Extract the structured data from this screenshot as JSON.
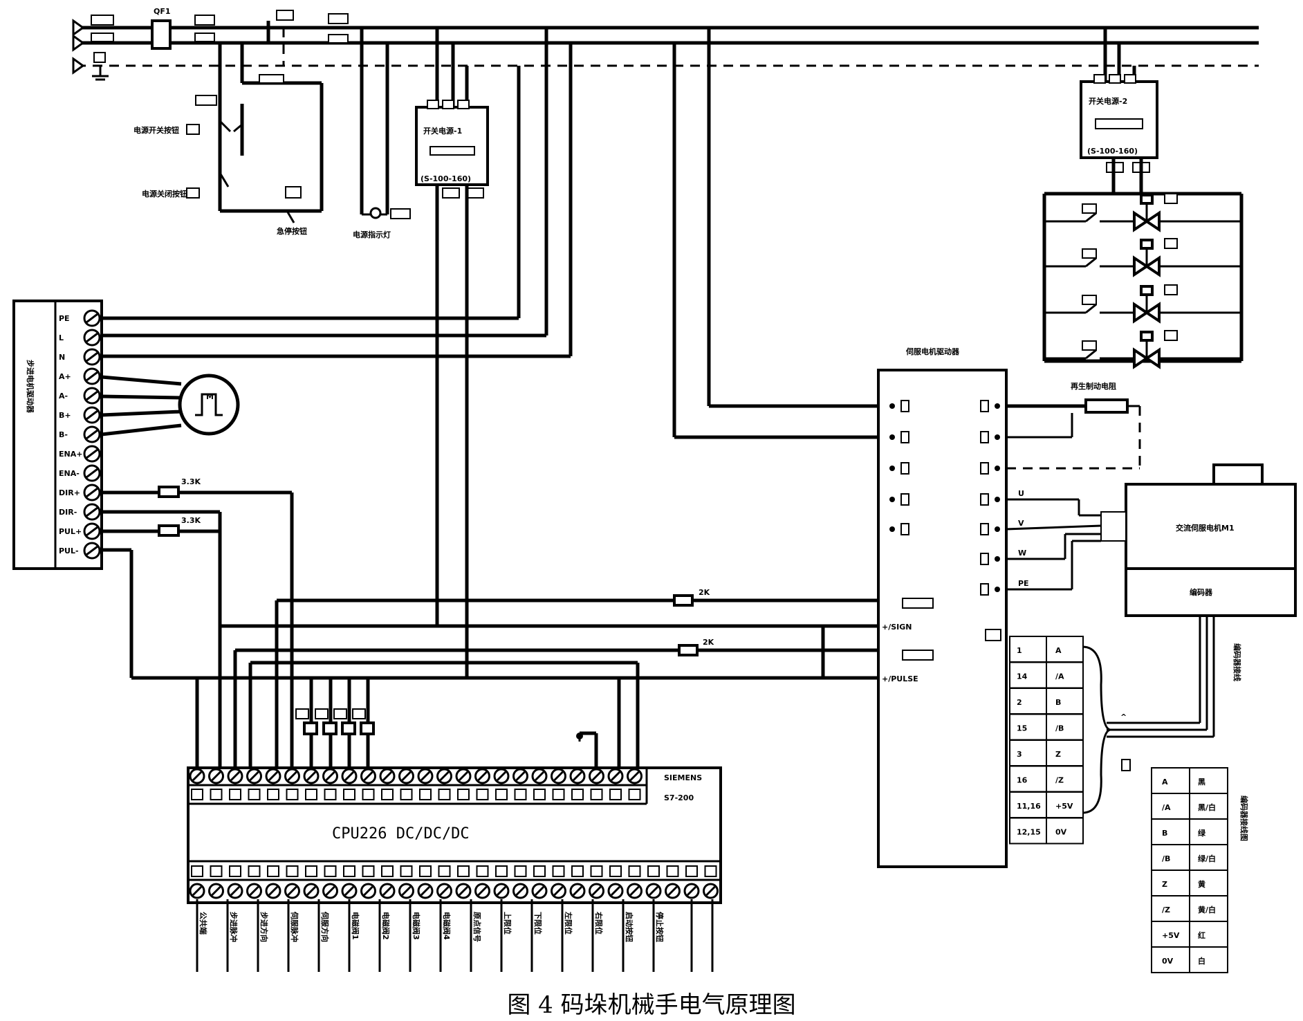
{
  "caption": "图 4 码垛机械手电气原理图",
  "labels": {
    "breaker": "QF1",
    "power_switch_on": "电源开关按钮",
    "power_switch_off": "电源关闭按钮",
    "emergency_stop": "急停按钮",
    "power_indicator": "电源指示灯",
    "psu_1": "开关电源-1",
    "psu_1_spec": "(S-100-160)",
    "psu_2": "开关电源-2",
    "psu_2_spec": "(S-100-160)",
    "stepper_driver": "步进电机驱动器",
    "stepper_motor": "M",
    "servo_driver": "伺服电机驱动器",
    "brake_resistor": "再生制动电阻",
    "servo_motor": "交流伺服电机M1",
    "encoder": "编码器",
    "encoder_wiring": "编码器接线",
    "encoder_table_title": "编码器接线图",
    "plc_model": "CPU226 DC/DC/DC",
    "plc_series": "S7-200",
    "plc_tag": "SIEMENS",
    "resistor_1": "3.3K",
    "resistor_2": "3.3K",
    "resistor_3": "2K",
    "resistor_4": "2K",
    "sign_line": "+/SIGN",
    "pulse_line": "+/PULSE",
    "servo_u": "U",
    "servo_v": "V",
    "servo_w": "W",
    "servo_pe": "PE"
  },
  "stepper_terminals": [
    "PE",
    "L",
    "N",
    "A+",
    "A-",
    "B+",
    "B-",
    "ENA+",
    "ENA-",
    "DIR+",
    "DIR-",
    "PUL+",
    "PUL-"
  ],
  "encoder_pins": [
    [
      "1",
      "A"
    ],
    [
      "14",
      "/A"
    ],
    [
      "2",
      "B"
    ],
    [
      "15",
      "/B"
    ],
    [
      "3",
      "Z"
    ],
    [
      "16",
      "/Z"
    ],
    [
      "11,16",
      "+5V"
    ],
    [
      "12,15",
      "0V"
    ]
  ],
  "encoder_table": [
    [
      "A",
      "黑"
    ],
    [
      "/A",
      "黑/白"
    ],
    [
      "B",
      "绿"
    ],
    [
      "/B",
      "绿/白"
    ],
    [
      "Z",
      "黄"
    ],
    [
      "/Z",
      "黄/白"
    ],
    [
      "+5V",
      "红"
    ],
    [
      "0V",
      "白"
    ]
  ],
  "plc_outputs": [
    "公共端",
    "步进脉冲",
    "步进方向",
    "伺服脉冲",
    "伺服方向",
    "电磁阀1",
    "电磁阀2",
    "电磁阀3",
    "电磁阀4",
    "原点信号",
    "上限位",
    "下限位",
    "左限位",
    "右限位",
    "启动按钮",
    "停止按钮"
  ]
}
